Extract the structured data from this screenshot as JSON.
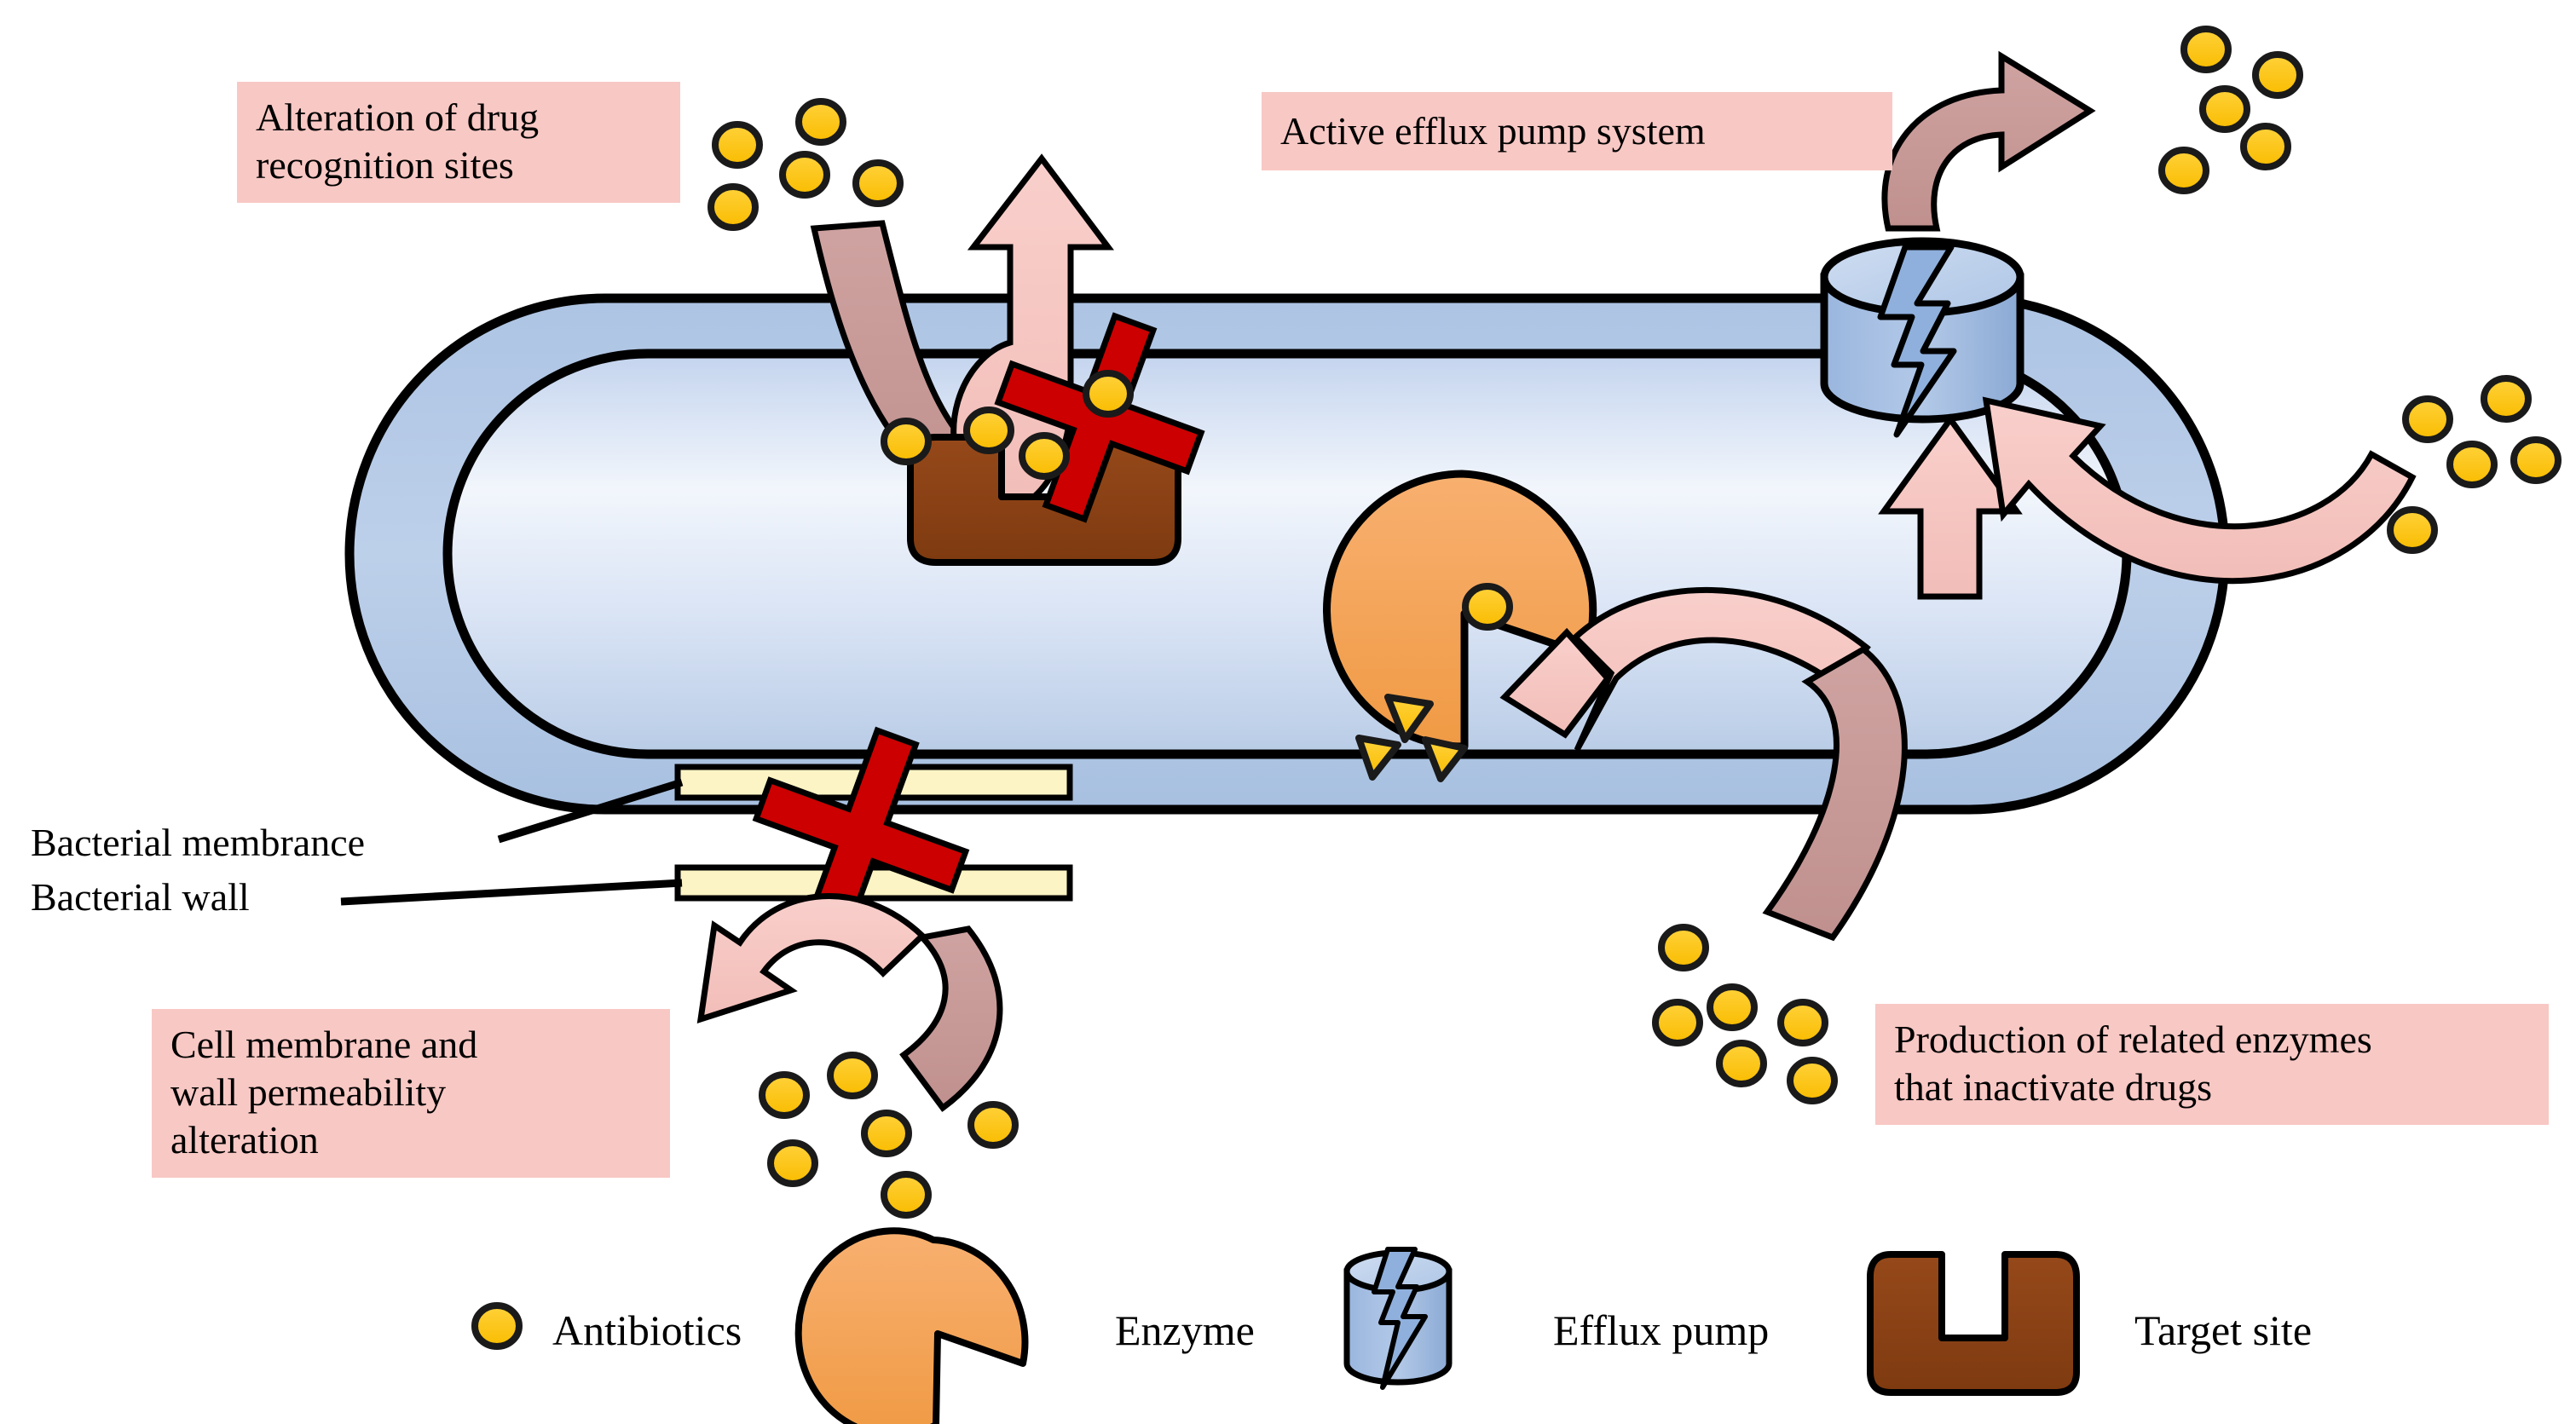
{
  "figure": {
    "subject": "Mechanisms of bacterial antibiotic resistance",
    "background_color": "#ffffff",
    "callout_box_color": "#f8c8c4"
  },
  "callouts": [
    {
      "id": "alteration",
      "text": "Alteration of drug\nrecognition sites"
    },
    {
      "id": "efflux",
      "text": "Active efflux pump system"
    },
    {
      "id": "permeability",
      "text": "Cell membrane and\nwall permeability\nalteration"
    },
    {
      "id": "production",
      "text": "Production of related enzymes\nthat inactivate drugs"
    }
  ],
  "leader_labels": [
    {
      "id": "membrane",
      "text": "Bacterial membrance"
    },
    {
      "id": "wall",
      "text": "Bacterial wall"
    }
  ],
  "legend": {
    "items": [
      {
        "id": "antibiotics",
        "label": "Antibiotics",
        "icon": "yellow-circle-icon",
        "color": "#ffc60b"
      },
      {
        "id": "enzyme",
        "label": "Enzyme",
        "icon": "pacman-enzyme-icon",
        "color": "#f5a254"
      },
      {
        "id": "efflux",
        "label": "Efflux pump",
        "icon": "blue-cylinder-bolt-icon",
        "color": "#8fb0dd"
      },
      {
        "id": "target",
        "label": "Target site",
        "icon": "brown-u-target-icon",
        "color": "#8c4415"
      }
    ]
  },
  "colors": {
    "antibiotic_yellow": "#ffc60b",
    "enzyme_orange": "#f5a254",
    "pump_blue": "#8fb0dd",
    "target_brown": "#8c4415",
    "wall_cream": "#fcf4c4",
    "membrane_blue": "#b8cce4",
    "cytoplasm_light": "#eaf0fa",
    "arrow_light_pink": "#f6c6c2",
    "arrow_dark_pink": "#c69896",
    "block_red": "#cc0000",
    "outline_black": "#000000"
  },
  "cell": {
    "shape": "capsule",
    "layers": [
      "bacterial wall (outer black outline)",
      "bacterial membrance (blue band)",
      "cytoplasm (pale gradient)"
    ]
  },
  "mechanisms": [
    {
      "id": "alteration-of-drug-recognition-sites",
      "marker": "red-x-block",
      "target": "target-site"
    },
    {
      "id": "active-efflux-pump-system",
      "marker": "efflux-pump-cylinder"
    },
    {
      "id": "cell-membrane-and-wall-permeability-alteration",
      "marker": "red-x-block",
      "target": "cell-wall"
    },
    {
      "id": "production-of-related-enzymes-that-inactivate-drugs",
      "marker": "enzyme-cleaving-antibiotic"
    }
  ]
}
